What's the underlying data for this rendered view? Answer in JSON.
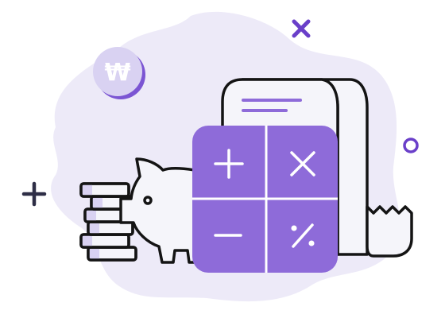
{
  "currency_badge": {
    "symbol": "₩"
  },
  "calculator": {
    "keys": [
      {
        "name": "plus",
        "glyph": "+"
      },
      {
        "name": "multiply",
        "glyph": "×"
      },
      {
        "name": "minus",
        "glyph": "−"
      },
      {
        "name": "percent",
        "glyph": "%"
      }
    ]
  },
  "colors": {
    "accent": "#8E6BD9",
    "accent_dark": "#6A3FC9",
    "outline": "#141414",
    "blob": "#EDEAF8",
    "light": "#F5F5FA",
    "coin_light": "#D9D2F2",
    "cross_icon": "#6A3FC9",
    "plus_icon": "#2E2E46"
  }
}
